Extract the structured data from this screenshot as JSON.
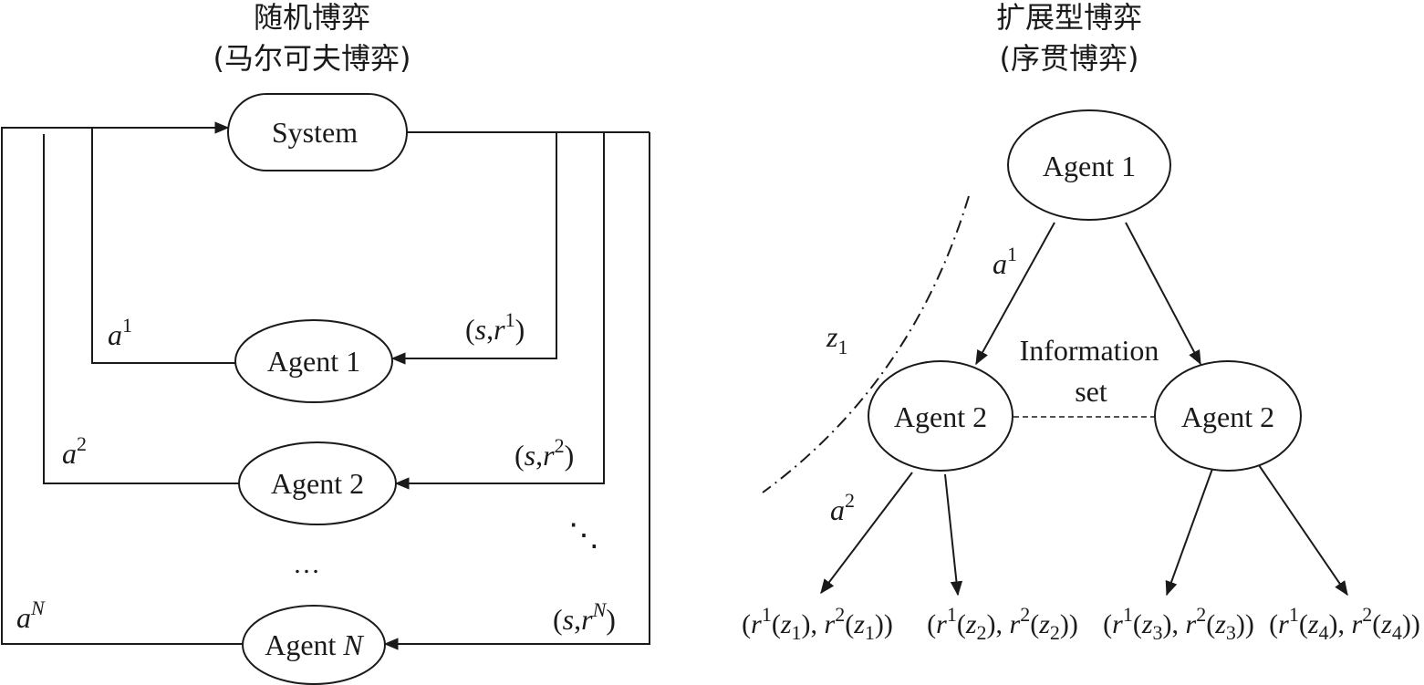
{
  "left_panel": {
    "title_line1": "随机博弈",
    "title_line2": "(马尔可夫博弈)",
    "system_label": "System",
    "agents": [
      {
        "name": "Agent",
        "index": "1",
        "index_italic": false,
        "action_var": "a",
        "action_sup": "1",
        "reward_state": "s",
        "reward_var": "r",
        "reward_sup": "1"
      },
      {
        "name": "Agent",
        "index": "2",
        "index_italic": false,
        "action_var": "a",
        "action_sup": "2",
        "reward_state": "s",
        "reward_var": "r",
        "reward_sup": "2"
      },
      {
        "name": "Agent",
        "index": "N",
        "index_italic": true,
        "action_var": "a",
        "action_sup": "N",
        "reward_state": "s",
        "reward_var": "r",
        "reward_sup": "N"
      }
    ],
    "ellipsis_horizontal": "…",
    "ellipsis_diagonal": "⋱"
  },
  "right_panel": {
    "title_line1": "扩展型博弈",
    "title_line2": "(序贯博弈)",
    "root_agent": "Agent 1",
    "child_agents": [
      "Agent 2",
      "Agent 2"
    ],
    "info_set_line1": "Information",
    "info_set_line2": "set",
    "edge_label_1": {
      "var": "a",
      "sup": "1"
    },
    "edge_label_2": {
      "var": "a",
      "sup": "2"
    },
    "history_label": {
      "var": "z",
      "sub": "1"
    },
    "outcomes": [
      {
        "r": "r",
        "z": "z",
        "idx": "1"
      },
      {
        "r": "r",
        "z": "z",
        "idx": "2"
      },
      {
        "r": "r",
        "z": "z",
        "idx": "3"
      },
      {
        "r": "r",
        "z": "z",
        "idx": "4"
      }
    ],
    "outcome_r1_sup": "1",
    "outcome_r2_sup": "2"
  },
  "colors": {
    "line": "#1a1a1a",
    "background": "#ffffff"
  }
}
